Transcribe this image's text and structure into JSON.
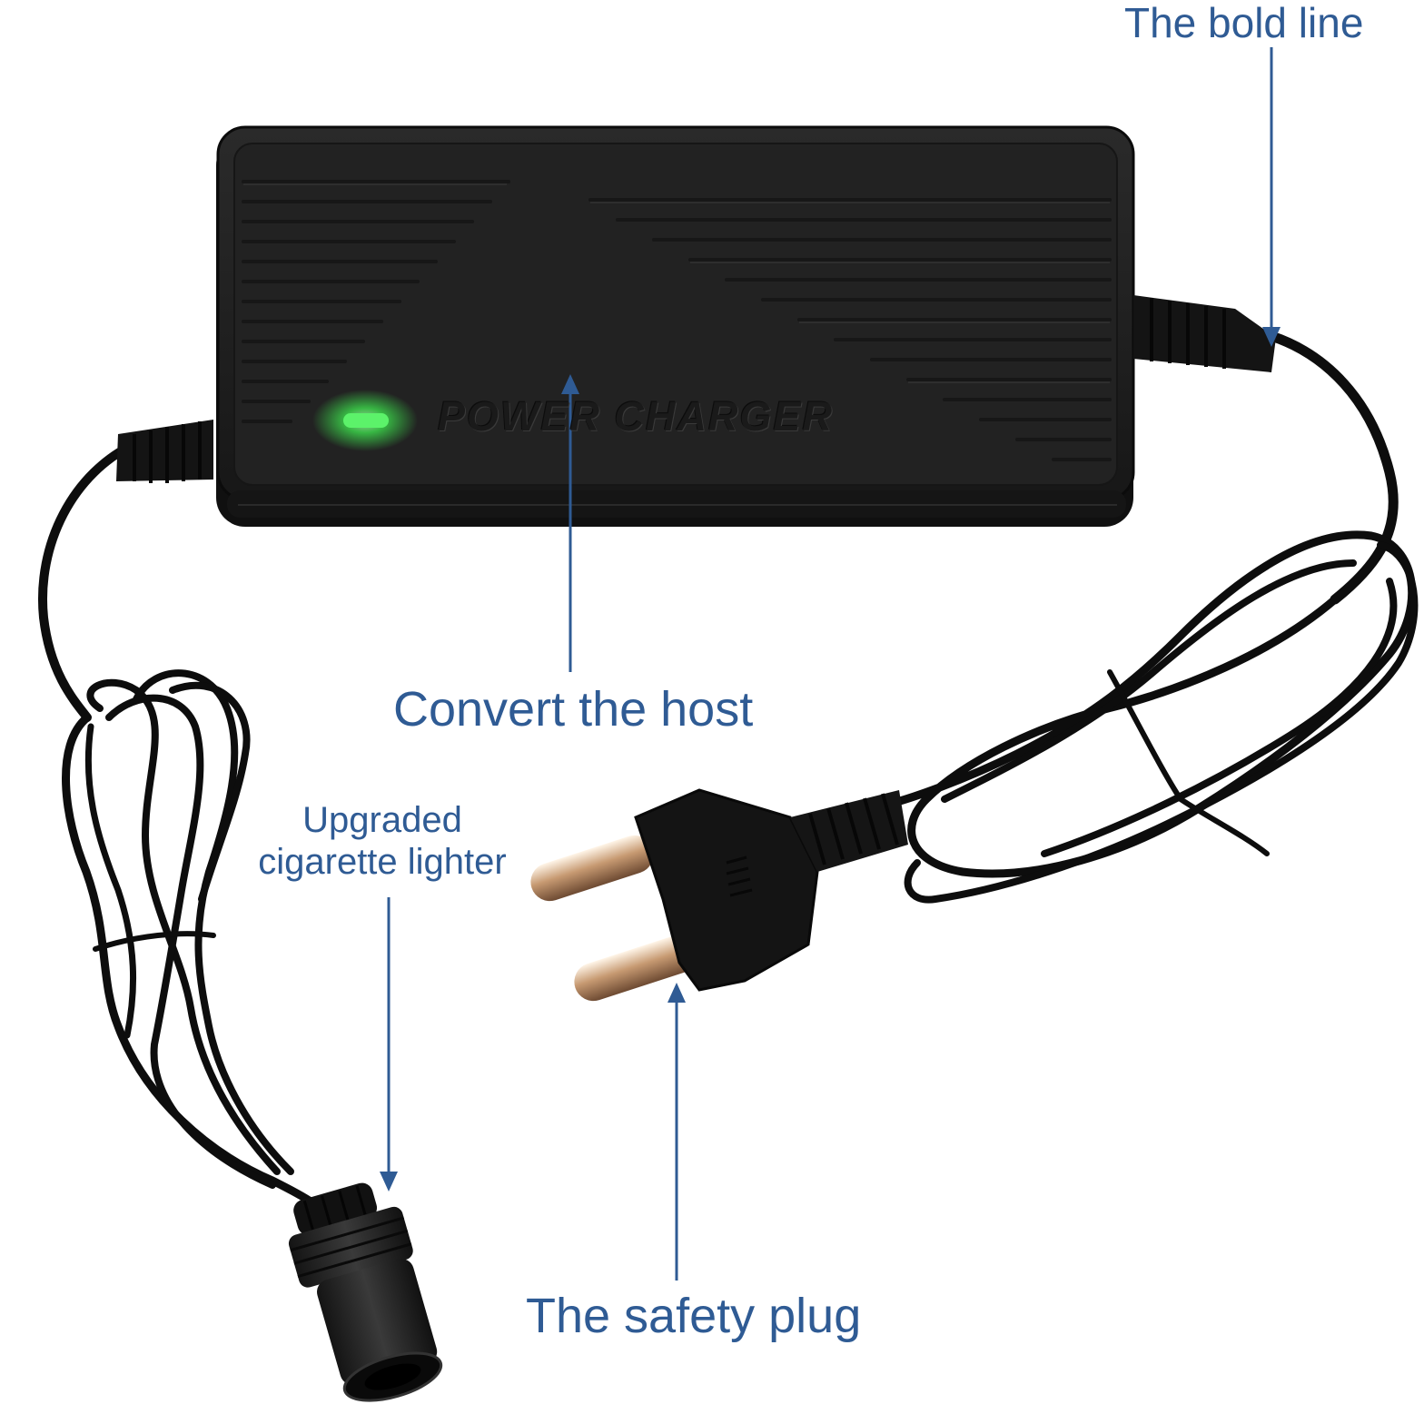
{
  "labels": {
    "bold_line": "The bold line",
    "convert_host": "Convert the host",
    "cigarette_line1": "Upgraded",
    "cigarette_line2": "cigarette lighter",
    "safety_plug": "The safety plug"
  },
  "housing": {
    "print": "POWER CHARGER",
    "indicator_color": "#3ddc4c"
  },
  "colors": {
    "annotation": "#2f5b94",
    "housing": "#1e1e1e",
    "cable": "#0d0d0d"
  }
}
